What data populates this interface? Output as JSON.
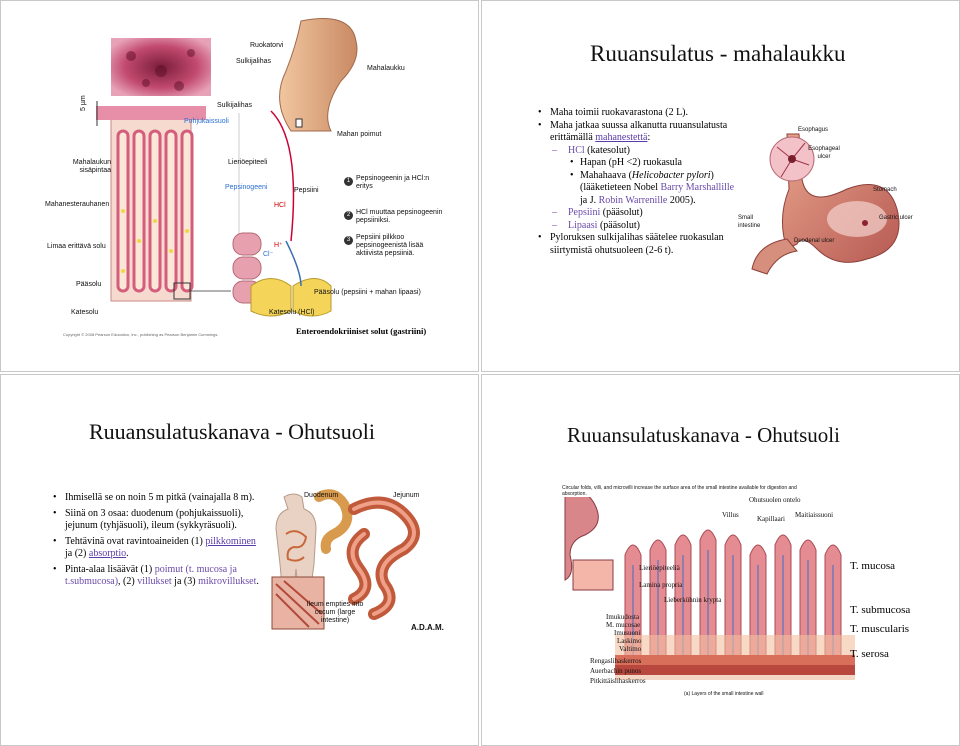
{
  "slide1": {
    "labels": {
      "ruokatorvi": "Ruokatorvi",
      "sulkijalihas_top": "Sulkijalihas",
      "mahalaukku": "Mahalaukku",
      "scale": "5 µm",
      "sulkijalihas": "Sulkijalihas",
      "pohjukaissuoli": "Pohjukaissuoli",
      "mahan_poimut": "Mahan poimut",
      "sisapinta": "Mahalaukun sisäpintaa",
      "rauhanen": "Mahanesterauhanen",
      "liman_solu": "Limaa erittävä solu",
      "paasolu": "Pääsolu",
      "katesolu": "Katesolu",
      "lierioepiteeli": "Lieriöepiteeli",
      "pepsinogeeni": "Pepsinogeeni",
      "pepsiini": "Pepsiini",
      "hcl": "HCl",
      "h_plus": "H⁺",
      "cl_minus": "Cl⁻",
      "step1": "Pepsinogeenin ja HCl:n eritys",
      "step2": "HCl muuttaa pepsinogeenin pepsiiniksi.",
      "step3": "Pepsiini pilkkoo pepsinogeenistä lisää aktiivista pepsiiniä.",
      "paasolu_desc": "Pääsolu (pepsiini + mahan lipaasi)",
      "katesolu_hcl": "Katesolu (HCl)",
      "copyright": "Copyright © 2008 Pearson Education, Inc., publishing as Pearson Benjamin Cummings.",
      "caption": "Enteroendokriiniset solut (gastriini)"
    }
  },
  "slide2": {
    "title": "Ruuansulatus - mahalaukku",
    "bullets": {
      "b1": "Maha toimii ruokavarastona (2 L).",
      "b2a": "Maha jatkaa suussa alkanutta ruuansulatusta erittämällä ",
      "b2_link": "mahanestettä",
      "b2b": ":",
      "s1_link": "HCl",
      "s1_rest": " (katesolut)",
      "s1a": "Hapan (pH <2) ruokasula",
      "s1b_a": "Mahahaava (",
      "s1b_italic": "Helicobacter pylori",
      "s1b_b": ") (lääketieteen Nobel ",
      "s1b_c": "Barry Marshallille",
      "s1b_d": " ja J. ",
      "s1b_e": "Robin Warrenille",
      "s1b_f": " 2005).",
      "s2_link": "Pepsiini",
      "s2_rest": " (pääsolut)",
      "s3_link": "Lipaasi",
      "s3_rest": " (pääsolut)",
      "b3": "Pyloruksen sulkijalihas säätelee ruokasulan siirtymistä ohutsuoleen (2-6 t)."
    },
    "figure": {
      "esophagus": "Esophagus",
      "esophageal_ulcer": "Esophageal ulcer",
      "stomach": "Stomach",
      "gastric_ulcer": "Gastric ulcer",
      "small_intestine": "Small intestine",
      "duodenal_ulcer": "Duodenal ulcer"
    }
  },
  "slide3": {
    "title": "Ruuansulatuskanava - Ohutsuoli",
    "bullets": {
      "b1": "Ihmisellä se on noin 5 m pitkä (vainajalla 8 m).",
      "b2": "Siinä on 3 osaa: duodenum (pohjukaissuoli), jejunum (tyhjäsuoli), ileum (sykkyräsuoli).",
      "b3a": "Tehtävinä ovat ravintoaineiden (1) ",
      "b3_link1": "pilkkominen",
      "b3b": " ja (2) ",
      "b3_link2": "absorptio",
      "b3c": ".",
      "b4a": "Pinta-alaa lisäävät (1) ",
      "b4_l1": "poimut (t. mucosa ja t.submucosa)",
      "b4b": ", (2) ",
      "b4_l2": "villukset",
      "b4c": " ja (3) ",
      "b4_l3": "mikrovillukset",
      "b4d": "."
    },
    "figure": {
      "duodenum": "Duodenum",
      "jejunum": "Jejunum",
      "ileum": "Ileum empties into cecum (large intestine)",
      "adam": "A.D.A.M."
    }
  },
  "slide4": {
    "title": "Ruuansulatuskanava - Ohutsuoli",
    "figure": {
      "header": "Circular folds, villi, and microvilli increase the surface area of the small intestine available for digestion and absorption.",
      "ohutsuolen_ontelo": "Ohutsuolen ontelo",
      "villus": "Villus",
      "kapillaari": "Kapillaari",
      "maitiaissuoni": "Maitiaissuoni",
      "lieriöepiteelia": "Lieriöepiteeliä",
      "lamina_propria": "Lamina propria",
      "lieberkuhnin": "Lieberkühnin krypta",
      "imukudosta": "Imukudosta",
      "m_mucosae": "M. mucosae",
      "imusuoni": "Imusuoni",
      "laskimo": "Laskimo",
      "valtimo": "Valtimo",
      "rengas": "Rengaslihaskerros",
      "auerbach": "Auerbachin punos",
      "pitkittais": "Pitkittäislihaskerros",
      "caption": "(a) Layers of the small intestine wall",
      "t_mucosa": "T. mucosa",
      "t_submucosa": "T. submucosa",
      "t_muscularis": "T. muscularis",
      "t_serosa": "T. serosa"
    }
  }
}
